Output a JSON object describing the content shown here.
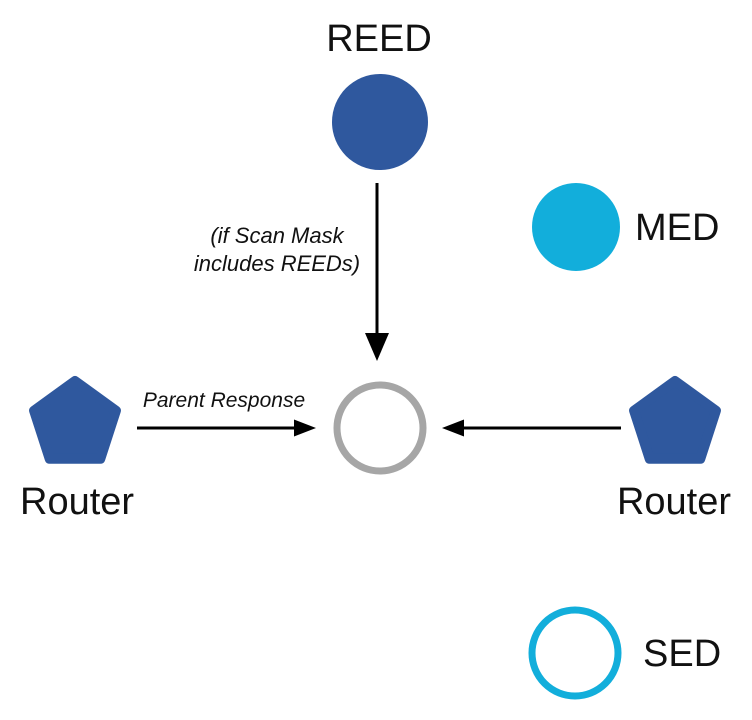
{
  "nodes": {
    "reed": {
      "label": "REED",
      "type": "circle-filled"
    },
    "med": {
      "label": "MED",
      "type": "circle-filled"
    },
    "sed": {
      "label": "SED",
      "type": "circle-outline"
    },
    "router_left": {
      "label": "Router",
      "type": "pentagon"
    },
    "router_right": {
      "label": "Router",
      "type": "pentagon"
    },
    "center": {
      "label": "",
      "type": "circle-outline"
    }
  },
  "annotations": {
    "scan_mask_note": "(if Scan Mask\nincludes REEDs)",
    "parent_response": "Parent Response"
  },
  "colors": {
    "router_blue": "#2F589E",
    "med_cyan": "#12AEDB",
    "center_gray": "#A6A6A6",
    "arrow_black": "#000000",
    "node_white": "#ffffff"
  }
}
